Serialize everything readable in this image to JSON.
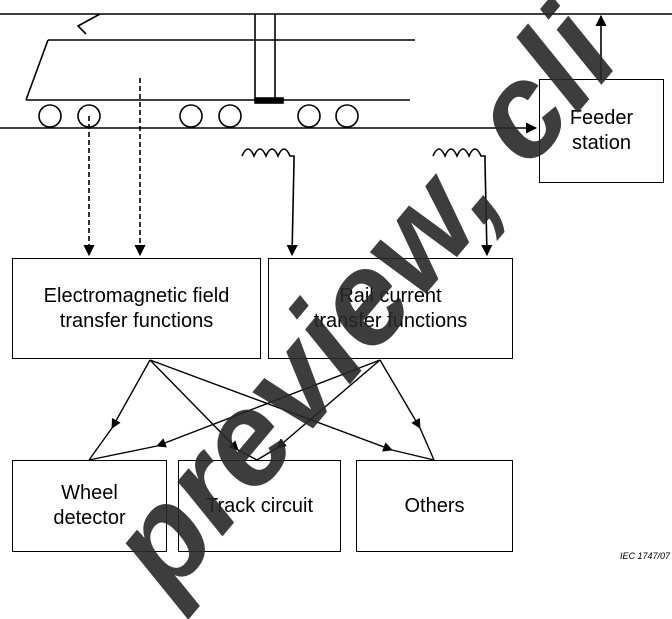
{
  "boxes": {
    "em_transfer": "Electromagnetic field\ntransfer functions",
    "rail_transfer": "Rail current\ntransfer functions",
    "wheel_detector": "Wheel\ndetector",
    "track_circuit": "Track circuit",
    "others": "Others",
    "feeder_station": "Feeder\nstation"
  },
  "watermark": "preview, cli",
  "figure_ref": "IEC  1747/07"
}
